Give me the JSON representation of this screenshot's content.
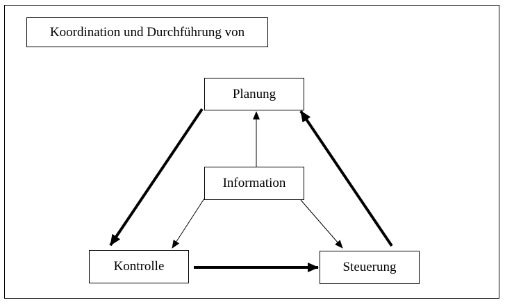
{
  "title": "Koordination und Durchführung von",
  "nodes": {
    "planung": "Planung",
    "information": "Information",
    "kontrolle": "Kontrolle",
    "steuerung": "Steuerung"
  },
  "edges": [
    {
      "from": "Information",
      "to": "Planung",
      "style": "thin"
    },
    {
      "from": "Information",
      "to": "Kontrolle",
      "style": "thin"
    },
    {
      "from": "Information",
      "to": "Steuerung",
      "style": "thin"
    },
    {
      "from": "Planung",
      "to": "Kontrolle",
      "style": "thick"
    },
    {
      "from": "Kontrolle",
      "to": "Steuerung",
      "style": "thick"
    },
    {
      "from": "Steuerung",
      "to": "Planung",
      "style": "thick"
    }
  ]
}
